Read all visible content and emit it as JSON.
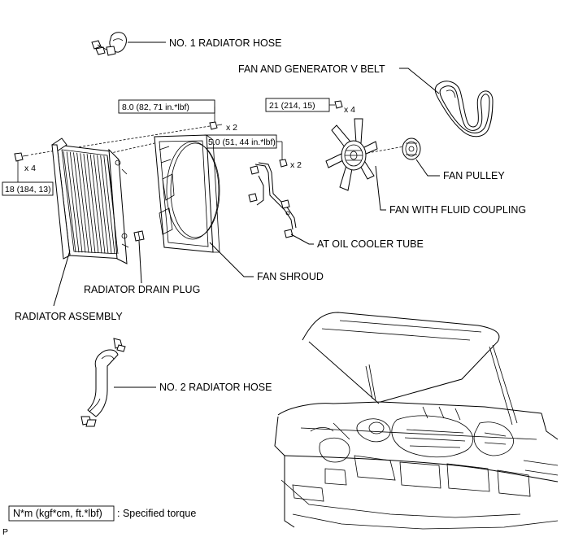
{
  "labels": {
    "no1_radiator_hose": "NO. 1 RADIATOR HOSE",
    "fan_generator_belt": "FAN AND GENERATOR V BELT",
    "fan_pulley": "FAN PULLEY",
    "fan_fluid_coupling": "FAN WITH FLUID COUPLING",
    "at_oil_cooler_tube": "AT OIL COOLER TUBE",
    "fan_shroud": "FAN SHROUD",
    "radiator_drain_plug": "RADIATOR DRAIN PLUG",
    "radiator_assembly": "RADIATOR ASSEMBLY",
    "no2_radiator_hose": "NO. 2 RADIATOR HOSE"
  },
  "torques": {
    "shroud_bolt": "8.0 (82, 71 in.*lbf)",
    "shroud_bolt_qty": "x 2",
    "fan_nut": "21 (214, 15)",
    "fan_nut_qty": "x 4",
    "cooler_bolt": "5.0 (51, 44 in.*lbf)",
    "cooler_bolt_qty": "x 2",
    "radiator_bolt": "18 (184, 13)",
    "radiator_bolt_qty": "x 4"
  },
  "legend": {
    "unit": "N*m (kgf*cm, ft.*lbf)",
    "meaning": ": Specified torque"
  },
  "page_code": "P"
}
